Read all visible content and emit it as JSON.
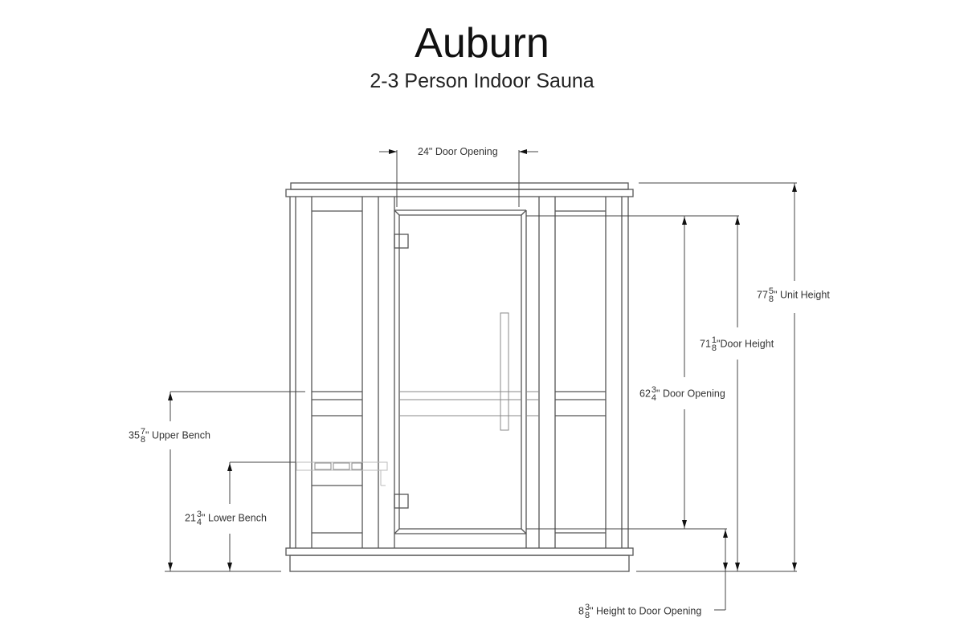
{
  "header": {
    "title": "Auburn",
    "subtitle": "2-3 Person Indoor Sauna"
  },
  "dimensions": {
    "door_opening_width": {
      "whole": "24",
      "num": "",
      "den": "",
      "unit": "\"",
      "text": "Door Opening"
    },
    "unit_height": {
      "whole": "77",
      "num": "5",
      "den": "8",
      "unit": "\"",
      "text": "Unit Height"
    },
    "door_height": {
      "whole": "71",
      "num": "1",
      "den": "8",
      "unit": "\"",
      "text": "Door Height"
    },
    "door_opening_height": {
      "whole": "62",
      "num": "3",
      "den": "4",
      "unit": "\"",
      "text": "Door Opening"
    },
    "upper_bench": {
      "whole": "35",
      "num": "7",
      "den": "8",
      "unit": "\"",
      "text": "Upper Bench"
    },
    "lower_bench": {
      "whole": "21",
      "num": "3",
      "den": "4",
      "unit": "\"",
      "text": "Lower Bench"
    },
    "height_to_door_opening": {
      "whole": "8",
      "num": "3",
      "den": "8",
      "unit": "\"",
      "text": "Height to Door Opening"
    }
  },
  "colors": {
    "line": "#555555",
    "dimension": "#444444",
    "background": "#ffffff"
  }
}
